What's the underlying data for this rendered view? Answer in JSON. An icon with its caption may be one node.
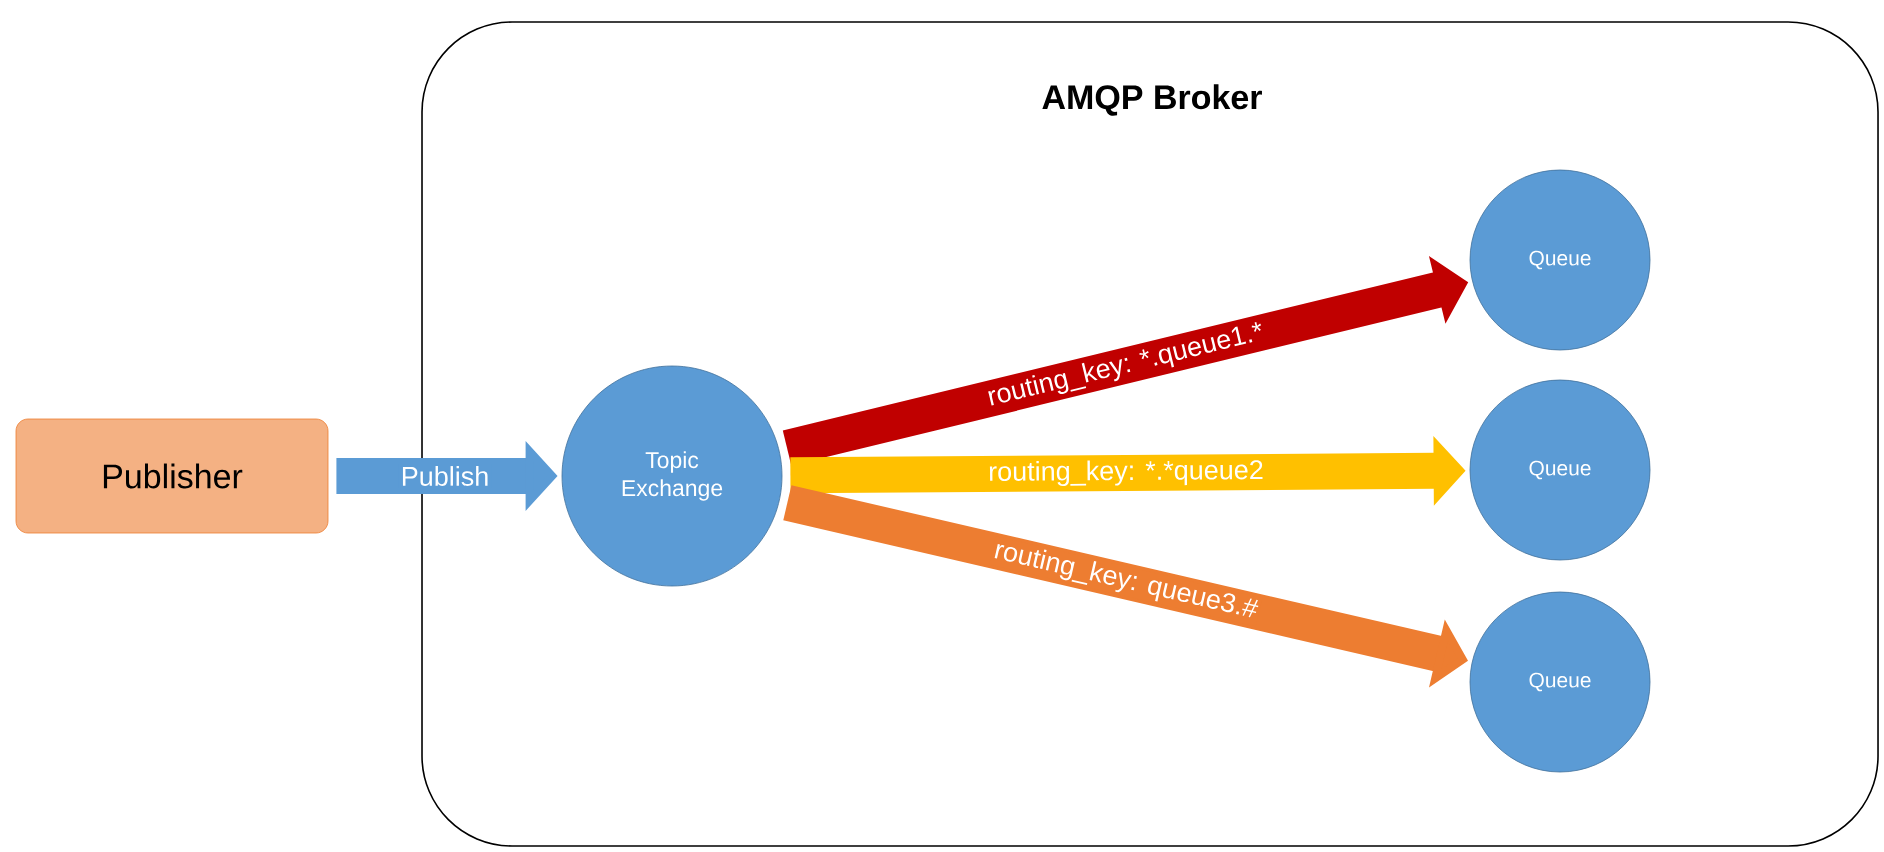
{
  "diagram": {
    "nodes": [
      {
        "text": [
          "AMQP Broker"
        ]
      },
      {
        "text": [
          "Publisher"
        ]
      },
      {
        "text": [
          "Topic Exchange"
        ],
        "in": 0
      },
      {
        "text": [
          "Queue"
        ],
        "in": 0
      },
      {
        "text": [
          "Queue"
        ],
        "in": 0
      },
      {
        "text": [
          "Queue"
        ],
        "in": 0
      }
    ],
    "edges": [
      {
        "from": 1,
        "to": 2,
        "arrow": "to",
        "label": "Publish",
        "color": "#5b9bd5"
      },
      {
        "from": 2,
        "to": 3,
        "arrow": "to",
        "label": "routing_key: *.queue1.*",
        "color": "#c00000"
      },
      {
        "from": 2,
        "to": 4,
        "arrow": "to",
        "label": "routing_key: *.*queue2",
        "color": "#ffc000"
      },
      {
        "from": 2,
        "to": 5,
        "arrow": "to",
        "label": "routing_key: queue3.#",
        "color": "#ed7d31"
      }
    ]
  }
}
